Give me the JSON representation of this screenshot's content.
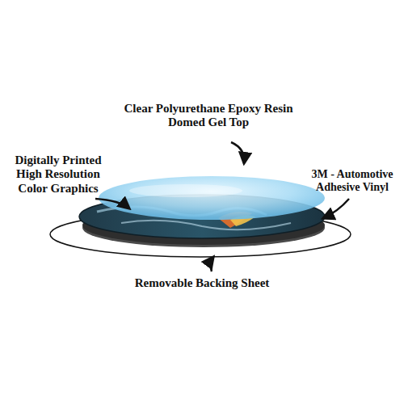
{
  "diagram": {
    "labels": [
      "Clear Polyurethane Epoxy Resin Domed Gel Top",
      "Digitally Printed High Resolution Color Graphics",
      "3M - Automotive Adhesive Vinyl",
      "Removable Backing Sheet"
    ]
  }
}
